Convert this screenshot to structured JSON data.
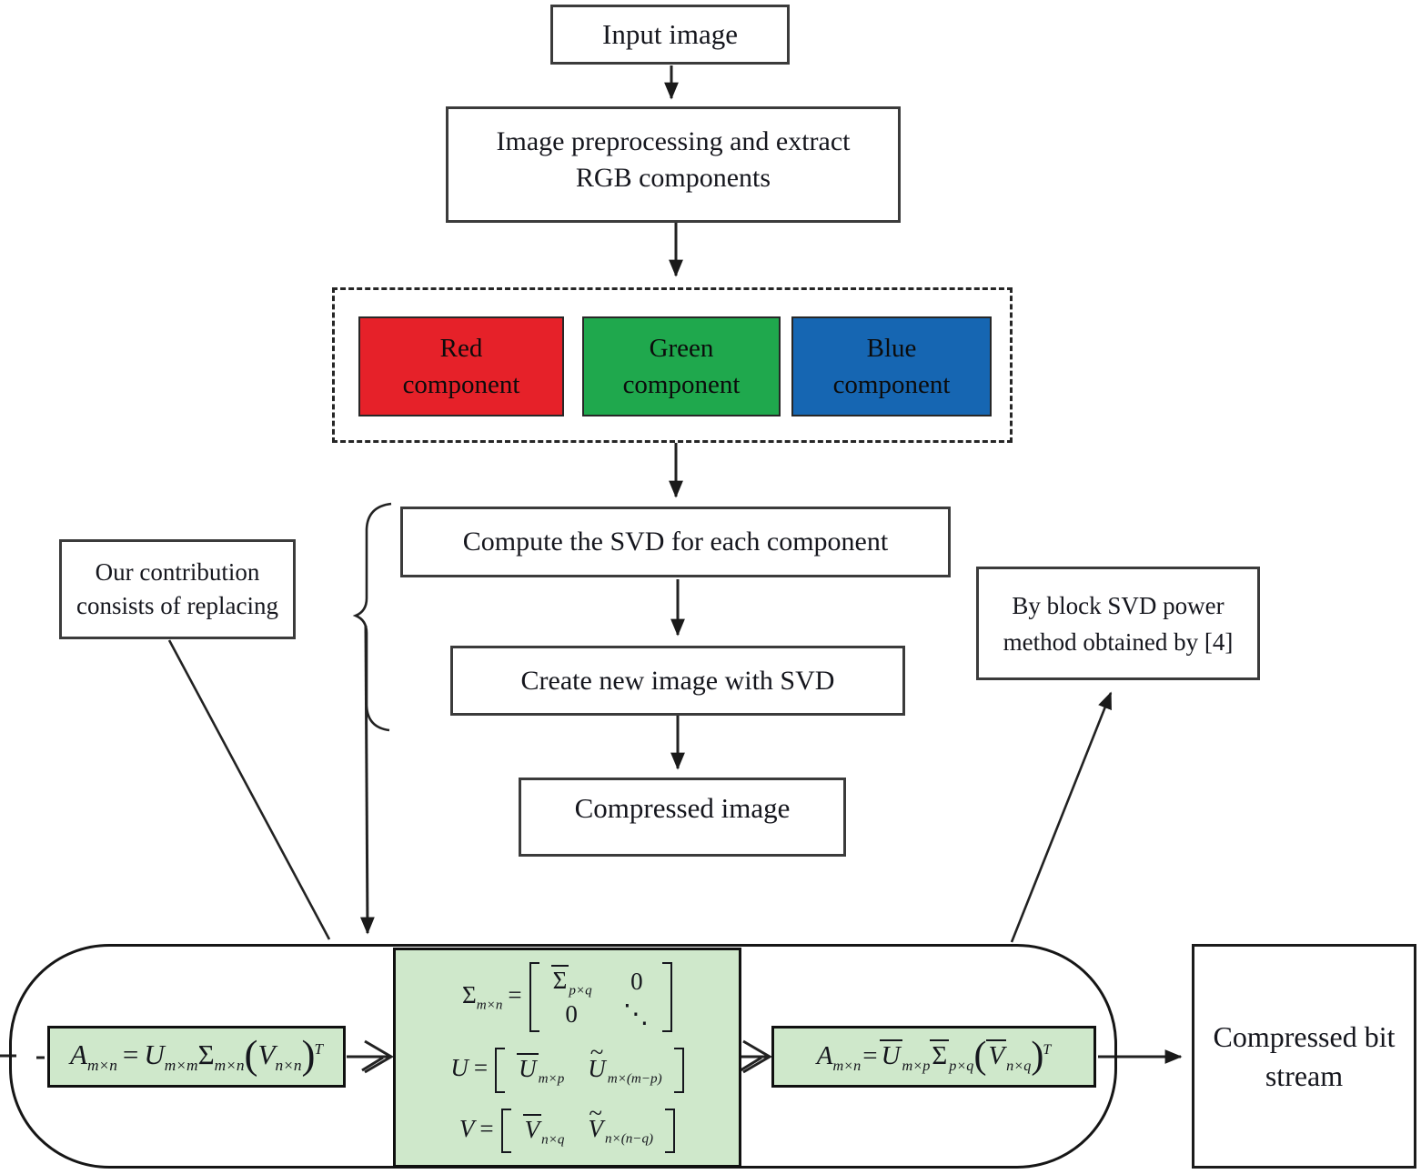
{
  "flow": {
    "input_image": "Input image",
    "preprocess": {
      "line1": "Image preprocessing and  extract",
      "line2": "RGB components"
    },
    "components": [
      {
        "line1": "Red",
        "line2": "component",
        "color": "#e62129"
      },
      {
        "line1": "Green",
        "line2": "component",
        "color": "#1fa84d"
      },
      {
        "line1": "Blue",
        "line2": "component",
        "color": "#1666b2"
      }
    ],
    "compute_svd": "Compute the SVD for each component",
    "create_image": "Create new image with SVD",
    "compressed_image": "Compressed image",
    "compressed_bit_stream": {
      "line1": "Compressed bit",
      "line2": "stream"
    }
  },
  "annotations": {
    "contribution": {
      "line1": "Our contribution",
      "line2": "consists of replacing"
    },
    "block_svd": {
      "line1": "By  block SVD power",
      "line2": "method obtained by [4]"
    }
  },
  "formulas": {
    "svd_full_html": "<i>A</i><sub class=it>m×n</sub><span class=eq>=</span><i>U</i><sub class=it>m×m</sub><span class=sg>Σ</span><sub class=it>m×n</sub><span class=pr>(</span><i>V</i><sub class=it>n×n</sub><span class=pr>)</span><sup class=pT>T</sup>",
    "sigma_block_html": "<span class=sg>Σ</span><sub class=it>m×n</sub><span class=eq>=</span><span class=mrow><span class=bl></span><span class=mx><span><span class=ov><span class=sg>Σ</span></span><sub class=it>p×q</sub></span><span>0</span><span>0</span><span class=dd>⋱</span></span><span class=br></span></span>",
    "u_partition_html": "<i>U</i><span class=eq>=</span><span class=mrow><span class=bl></span><span class=rowv><span><span class=ov><i>U</i></span><sub class=it>m×p</sub></span><span><span class=tld><i>U</i></span><sub class=it>m×(m−p)</sub></span></span><span class=br></span></span>",
    "v_partition_html": "<i>V</i><span class=eq>=</span><span class=mrow><span class=bl></span><span class=rowv><span><span class=ov><i>V</i></span><sub class=it>n×q</sub></span><span><span class=tld><i>V</i></span><sub class=it>n×(n−q)</sub></span></span><span class=br></span></span>",
    "svd_truncated_html": "<i>A</i><sub class=it>m×n</sub><span class=eq2>=</span><span class=ov><i>U</i></span><sub class=it>m×p</sub><span class=ov><span class=sg>Σ</span></span><sub class=it>p×q</sub><span class=pr>(</span><span class=ov><i>V</i></span><sub class=it>n×q</sub><span class=pr>)</span><sup class=pT>T</sup>"
  },
  "colors": {
    "red_component": "#e62129",
    "green_component": "#1fa84d",
    "blue_component": "#1666b2",
    "formula_highlight": "#cfe8cb",
    "line": "#222222",
    "text": "#15161d"
  }
}
